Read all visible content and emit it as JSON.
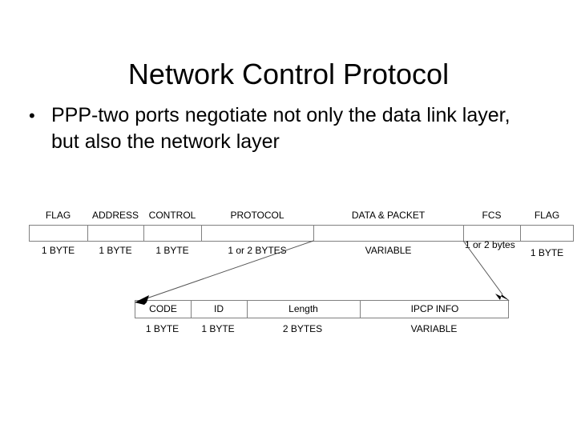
{
  "slide": {
    "title": "Network Control Protocol",
    "bullets": [
      {
        "marker": "•",
        "text": "PPP-two ports negotiate not only the data link layer, but also the network layer"
      }
    ]
  },
  "diagram": {
    "name": "ppp-frame-format-diagram",
    "top_frame": {
      "fields": [
        {
          "name": "FLAG",
          "size": "1 BYTE"
        },
        {
          "name": "ADDRESS",
          "size": "1 BYTE"
        },
        {
          "name": "CONTROL",
          "size": "1 BYTE"
        },
        {
          "name": "PROTOCOL",
          "size": "1 or 2 BYTES"
        },
        {
          "name": "DATA & PACKET",
          "size": "VARIABLE"
        },
        {
          "name": "FCS",
          "size": "1 or 2 bytes"
        },
        {
          "name": "FLAG",
          "size": "1 BYTE"
        }
      ]
    },
    "bottom_frame": {
      "fields": [
        {
          "name": "CODE",
          "size": "1 BYTE"
        },
        {
          "name": "ID",
          "size": "1 BYTE"
        },
        {
          "name": "Length",
          "size": "2 BYTES"
        },
        {
          "name": "IPCP INFO",
          "size": "VARIABLE"
        }
      ]
    },
    "connectors": [
      {
        "name": "protocol-to-code-arrow"
      },
      {
        "name": "fcs-to-ipcp-arrow"
      }
    ],
    "colors": {
      "line": "#808080",
      "text": "#000000",
      "background": "#ffffff",
      "arrow": "#000000"
    }
  }
}
